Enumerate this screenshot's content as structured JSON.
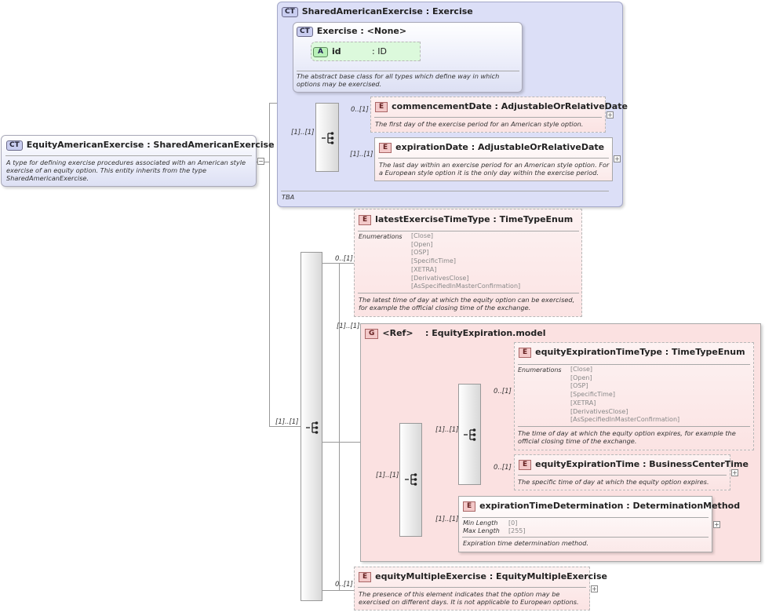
{
  "root": {
    "badge": "CT",
    "title": "EquityAmericanExercise : SharedAmericanExercise",
    "doc": "A type for defining exercise procedures associated with an American style exercise of an equity option. This entity inherits from the type SharedAmericanExercise.",
    "toggle": "−"
  },
  "shared": {
    "badge": "CT",
    "title": "SharedAmericanExercise : Exercise",
    "footer": "TBA"
  },
  "exercise": {
    "badge": "CT",
    "title": "Exercise : <None>",
    "doc": "The abstract base class for all types which define way in which options may be exercised.",
    "attr_badge": "A",
    "attr_name": "id",
    "attr_type": ": ID"
  },
  "seq1": {
    "mult": "[1]..[1]"
  },
  "commencement": {
    "badge": "E",
    "title": "commencementDate : AdjustableOrRelativeDate",
    "mult": "0..[1]",
    "doc": "The first day of the exercise period for an American style option."
  },
  "expiration": {
    "badge": "E",
    "title": "expirationDate : AdjustableOrRelativeDate",
    "mult": "[1]..[1]",
    "doc": "The last day within an exercise period for an American style option. For a European style option it is the only day within the exercise period."
  },
  "seq2": {
    "mult": "[1]..[1]"
  },
  "latest": {
    "badge": "E",
    "title": "latestExerciseTimeType : TimeTypeEnum",
    "mult": "0..[1]",
    "enum_label": "Enumerations",
    "enums": [
      "[Close]",
      "[Open]",
      "[OSP]",
      "[SpecificTime]",
      "[XETRA]",
      "[DerivativesClose]",
      "[AsSpecifiedInMasterConfirmation]"
    ],
    "doc": "The latest time of day at which the equity option can be exercised, for example the official closing time of the exchange."
  },
  "group": {
    "badge": "G",
    "title_ref": "<Ref>",
    "title_name": ": EquityExpiration.model",
    "mult": "[1]..[1]"
  },
  "seq3": {
    "mult": "[1]..[1]"
  },
  "seq4": {
    "mult": "[1]..[1]"
  },
  "eetType": {
    "badge": "E",
    "title": "equityExpirationTimeType : TimeTypeEnum",
    "mult": "0..[1]",
    "enum_label": "Enumerations",
    "enums": [
      "[Close]",
      "[Open]",
      "[OSP]",
      "[SpecificTime]",
      "[XETRA]",
      "[DerivativesClose]",
      "[AsSpecifiedInMasterConfirmation]"
    ],
    "doc": "The time of day at which the equity option expires, for example the official closing time of the exchange."
  },
  "eet": {
    "badge": "E",
    "title": "equityExpirationTime : BusinessCenterTime",
    "mult": "0..[1]",
    "doc": "The specific time of day at which the equity option expires."
  },
  "etd": {
    "badge": "E",
    "title": "expirationTimeDetermination : DeterminationMethod",
    "mult": "[1]..[1]",
    "min_label": "Min Length",
    "min_val": "[0]",
    "max_label": "Max Length",
    "max_val": "[255]",
    "doc": "Expiration time determination method."
  },
  "multiple": {
    "badge": "E",
    "title": "equityMultipleExercise : EquityMultipleExercise",
    "mult": "0..[1]",
    "doc": "The presence of this element indicates that the option may be exercised on different days. It is not applicable to European options."
  },
  "plus_symbol": "+"
}
